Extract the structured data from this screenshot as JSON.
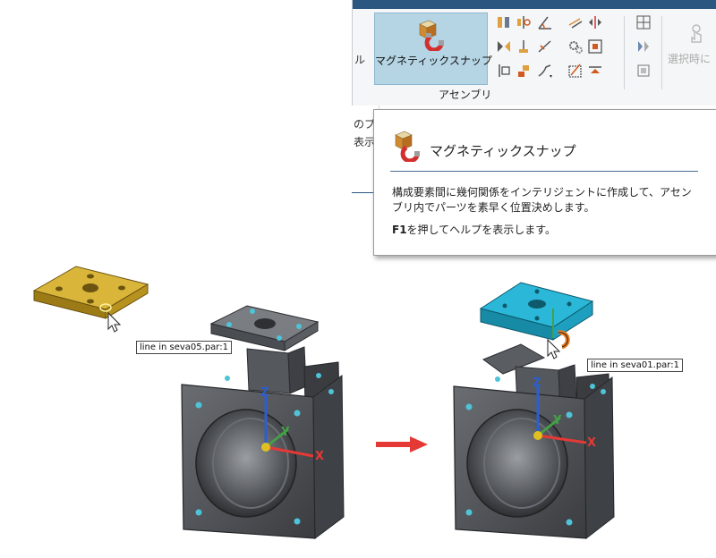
{
  "ribbon": {
    "cut_label": "ル",
    "magnetic_snap_label": "マグネティックスナップ",
    "group_label": "アセンブリ",
    "select_label": "選択時に"
  },
  "doc_strip": {
    "line1": "のプ",
    "line2": "表示"
  },
  "tooltip": {
    "title": "マグネティックスナップ",
    "description": "構成要素間に幾何関係をインテリジェントに作成して、アセンブリ内でパーツを素早く位置決めします。",
    "help_key": "F1",
    "help_rest": "を押してヘルプを表示します。"
  },
  "scene": {
    "left_callout": "line in seva05.par:1",
    "right_callout": "line in seva01.par:1",
    "axis_x": "X",
    "axis_y": "Y",
    "axis_z": "Z"
  },
  "colors": {
    "accent_blue": "#2b5680",
    "button_highlight": "#b5d4e4",
    "arrow_red": "#e53935",
    "part_gold": "#c9a227",
    "part_cyan": "#22a7c7",
    "body_gray": "#4a4d52"
  },
  "icons": [
    "magnet-icon",
    "assembly-tool-icons",
    "touch-select-icon",
    "cursor-arrow-icon",
    "magnet-cursor-icon"
  ]
}
